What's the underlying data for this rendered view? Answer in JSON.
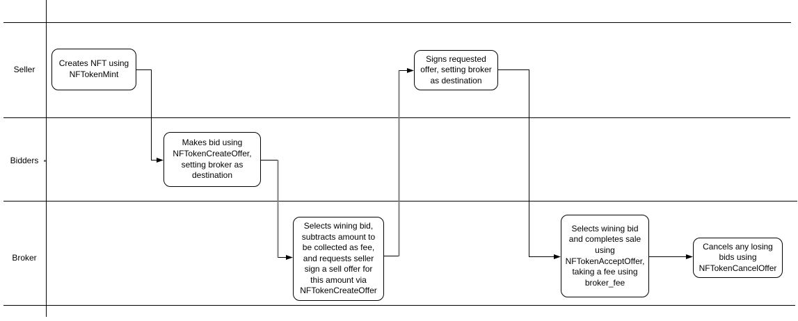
{
  "diagram": {
    "lanes": [
      {
        "label": "Seller"
      },
      {
        "label": "Bidders"
      },
      {
        "label": "Broker"
      }
    ],
    "nodes": {
      "creates_nft": {
        "lines": [
          "Creates NFT using",
          "NFTokenMint"
        ]
      },
      "makes_bid": {
        "lines": [
          "Makes bid using",
          "NFTokenCreateOffer,",
          "setting broker as",
          "destination"
        ]
      },
      "selects_bid_requests_sign": {
        "lines": [
          "Selects wining bid,",
          "subtracts amount to",
          "be collected as fee,",
          "and requests seller",
          "sign a sell offer for",
          "this amount via",
          "NFTokenCreateOffer"
        ]
      },
      "signs_offer": {
        "lines": [
          "Signs requested",
          "offer, setting broker",
          "as destination"
        ]
      },
      "completes_sale": {
        "lines": [
          "Selects wining bid",
          "and completes sale",
          "using",
          "NFTokenAcceptOffer,",
          "taking a fee using",
          "broker_fee"
        ]
      },
      "cancels_bids": {
        "lines": [
          "Cancels any losing",
          "bids using",
          "NFTokenCancelOffer"
        ]
      }
    },
    "colors": {
      "background": "#ffffff",
      "line": "#000000",
      "node_fill": "#ffffff",
      "node_border": "#000000",
      "connector_vertical_gray": "#808080"
    }
  }
}
